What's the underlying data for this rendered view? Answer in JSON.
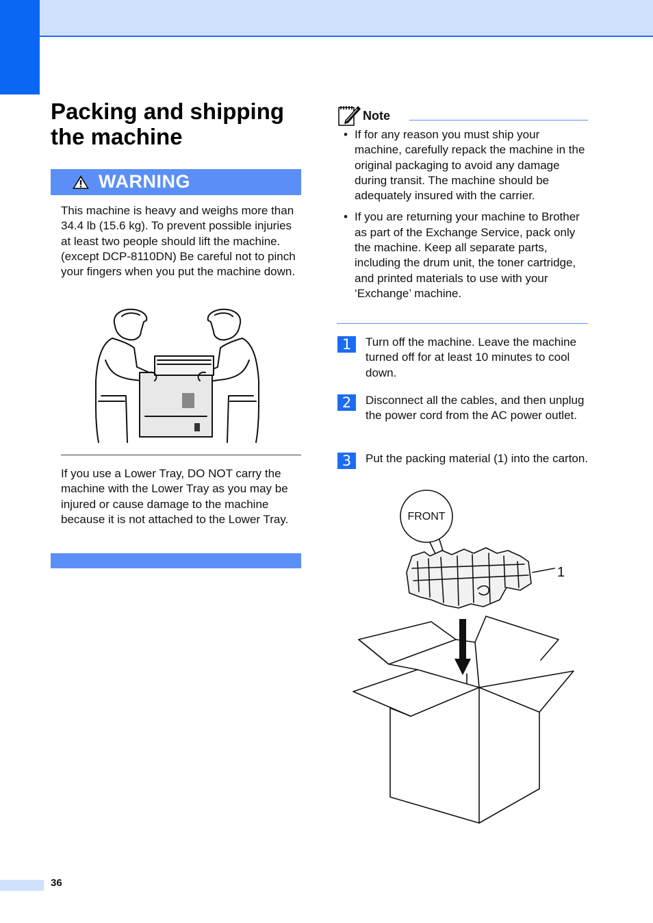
{
  "page": {
    "title": "Packing and shipping the machine",
    "page_number": "36"
  },
  "warning": {
    "label": "WARNING",
    "paragraph1": "This machine is heavy and weighs more than 34.4 lb (15.6 kg). To prevent possible injuries at least two people should lift the machine. (except DCP-8110DN) Be careful not to pinch your fingers when you put the machine down.",
    "paragraph2": "If you use a Lower Tray, DO NOT carry the machine with the Lower Tray as you may be injured or cause damage to the machine because it is not attached to the Lower Tray."
  },
  "note": {
    "label": "Note",
    "items": [
      "If for any reason you must ship your machine, carefully repack the machine in the original packaging to avoid any damage during transit. The machine should be adequately insured with the carrier.",
      "If you are returning your machine to Brother as part of the Exchange Service, pack only the machine. Keep all separate parts, including the drum unit, the toner cartridge, and printed materials to use with your ‘Exchange’ machine."
    ]
  },
  "steps": [
    {
      "num": "1",
      "text": "Turn off the machine. Leave the machine turned off for at least 10 minutes to cool down."
    },
    {
      "num": "2",
      "text": "Disconnect all the cables, and then unplug the power cord from the AC power outlet."
    },
    {
      "num": "3",
      "text": "Put the packing material (1) into the carton."
    }
  ],
  "figure": {
    "callout_label": "FRONT",
    "part_label": "1"
  },
  "colors": {
    "accent_blue": "#1b6cf2",
    "warning_blue": "#5b8ff7",
    "band_light": "#cfe0fb"
  },
  "icons": {
    "warning": "warning-triangle-icon",
    "note": "note-pencil-icon"
  }
}
